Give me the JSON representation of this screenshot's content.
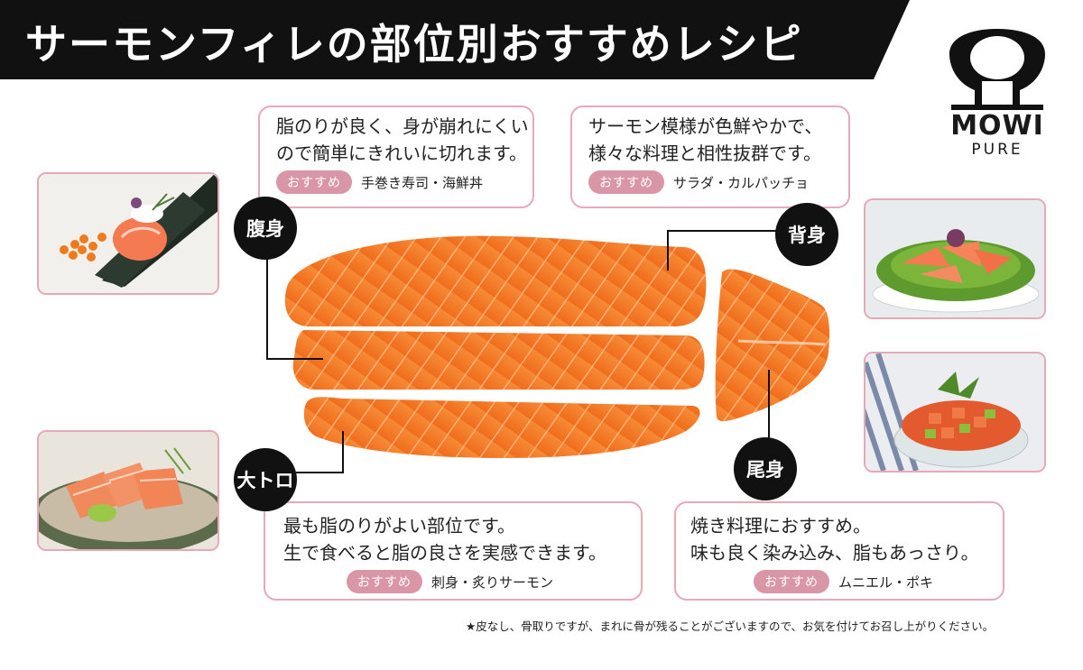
{
  "title": "サーモンフィレの部位別おすすめレシピ",
  "logo": {
    "brand": "MOWI",
    "sub": "PURE"
  },
  "recommend_label": "おすすめ",
  "parts": {
    "belly": {
      "label": "腹身",
      "desc": [
        "脂のりが良く、身が崩れにくい",
        "ので簡単にきれいに切れます。"
      ],
      "dishes": "手巻き寿司・海鮮丼"
    },
    "back": {
      "label": "背身",
      "desc": [
        "サーモン模様が色鮮やかで、",
        "様々な料理と相性抜群です。"
      ],
      "dishes": "サラダ・カルパッチョ"
    },
    "otoro": {
      "label": "大トロ",
      "desc": [
        "最も脂のりがよい部位です。",
        "生で食べると脂の良さを実感できます。"
      ],
      "dishes": "刺身・炙りサーモン"
    },
    "tail": {
      "label": "尾身",
      "desc": [
        "焼き料理におすすめ。",
        "味も良く染み込み、脂もあっさり。"
      ],
      "dishes": "ムニエル・ポキ"
    }
  },
  "note": "★皮なし、骨取りですが、まれに骨が残ることがございますので、お気を付けてお召し上がりください。",
  "colors": {
    "banner": "#111111",
    "accent_pink": "#e6a9b8",
    "tag_pink": "#d996a7",
    "salmon": "#f47a25",
    "salmon_light": "#ffb27a"
  }
}
